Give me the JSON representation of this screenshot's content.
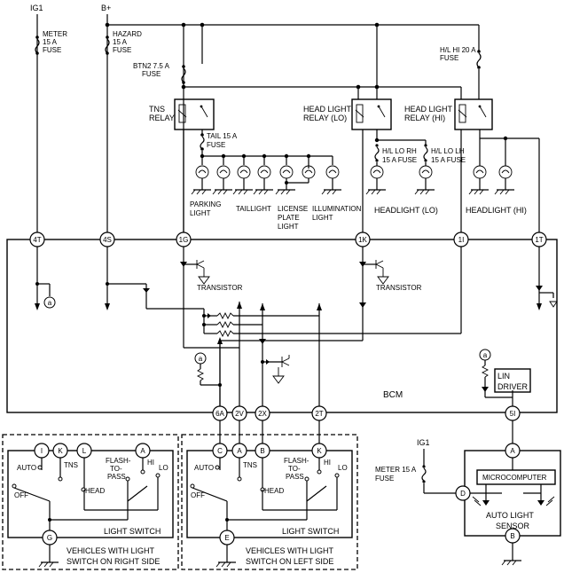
{
  "supplies": {
    "ig1": "IG1",
    "bplus": "B+",
    "ig1_sensor": "IG1"
  },
  "fuses": {
    "meter": [
      "METER",
      "15 A",
      "FUSE"
    ],
    "hazard": [
      "HAZARD",
      "15 A",
      "FUSE"
    ],
    "btn2": [
      "BTN2 7.5 A",
      "FUSE"
    ],
    "hl_hi": [
      "H/L HI 20 A",
      "FUSE"
    ],
    "tail": [
      "TAIL 15 A",
      "FUSE"
    ],
    "hl_lo_rh": [
      "H/L LO RH",
      "15 A FUSE"
    ],
    "hl_lo_lh": [
      "H/L LO LH",
      "15 A FUSE"
    ],
    "meter_sensor": [
      "METER 15 A",
      "FUSE"
    ]
  },
  "relays": {
    "tns": [
      "TNS",
      "RELAY"
    ],
    "lo": [
      "HEAD LIGHT",
      "RELAY (LO)"
    ],
    "hi": [
      "HEAD LIGHT",
      "RELAY (HI)"
    ]
  },
  "lamps": {
    "parking": [
      "PARKING",
      "LIGHT"
    ],
    "taillight": [
      "TAILLIGHT"
    ],
    "license": [
      "LICENSE",
      "PLATE",
      "LIGHT"
    ],
    "illumination": [
      "ILLUMINATION",
      "LIGHT"
    ],
    "headlight_lo": "HEADLIGHT (LO)",
    "headlight_hi": "HEADLIGHT (HI)"
  },
  "bcm": {
    "label": "BCM",
    "transistor": "TRANSISTOR",
    "lin_driver": [
      "LIN",
      "DRIVER"
    ],
    "link": "a",
    "top_terminals": [
      "4T",
      "4S",
      "1G",
      "1K",
      "1I",
      "1T"
    ],
    "bottom_terminals": [
      "6A",
      "2V",
      "2X",
      "2T",
      "5I"
    ]
  },
  "switch_right": {
    "terminals": [
      "I",
      "K",
      "L",
      "A",
      "G"
    ],
    "label": "LIGHT SWITCH",
    "caption": [
      "VEHICLES WITH LIGHT",
      "SWITCH ON RIGHT SIDE"
    ]
  },
  "switch_left": {
    "terminals": [
      "C",
      "A",
      "B",
      "K",
      "E"
    ],
    "label": "LIGHT SWITCH",
    "caption": [
      "VEHICLES WITH LIGHT",
      "SWITCH ON LEFT SIDE"
    ]
  },
  "switch_positions": {
    "auto": "AUTO",
    "tns": "TNS",
    "flash": [
      "FLASH-",
      "TO-",
      "PASS"
    ],
    "hi": "HI",
    "lo": "LO",
    "head": "HEAD",
    "off": "OFF"
  },
  "sensor": {
    "terminals": [
      "A",
      "D",
      "B"
    ],
    "micro": "MICROCOMPUTER",
    "label": [
      "AUTO LIGHT",
      "SENSOR"
    ]
  }
}
